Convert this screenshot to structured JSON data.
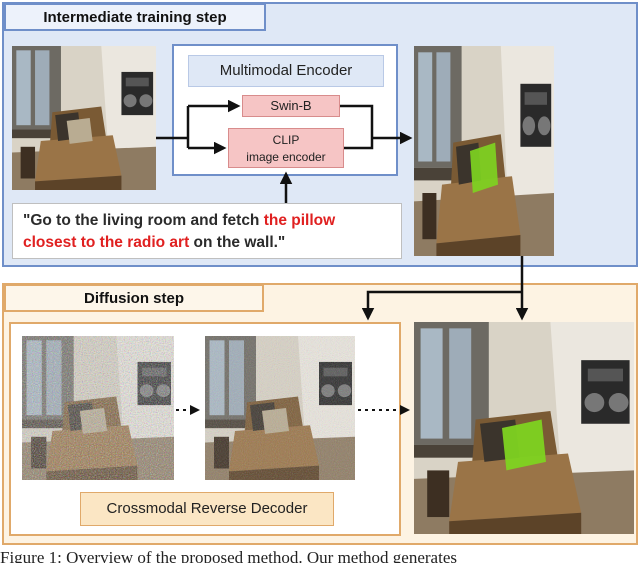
{
  "stages": {
    "intermediate_title": "Intermediate training step",
    "diffusion_title": "Diffusion step"
  },
  "encoder": {
    "title": "Multimodal Encoder",
    "swin": "Swin-B",
    "clip_line1": "CLIP",
    "clip_line2": "image encoder"
  },
  "instruction": {
    "part1": "\"Go to the living room and fetch ",
    "highlight": "the pillow closest to the radio art",
    "part2": " on the wall.\""
  },
  "decoder": {
    "label": "Crossmodal Reverse Decoder"
  },
  "caption": "Figure 1: Overview of the proposed method. Our method generates",
  "colors": {
    "blue_panel": "#dfe8f6",
    "blue_border": "#6f8fc9",
    "orange_panel": "#fdf3e3",
    "orange_border": "#e0a96a",
    "highlight_red": "#e02020",
    "mask_green": "#7ed321",
    "module_pink": "#f6c5c5"
  }
}
